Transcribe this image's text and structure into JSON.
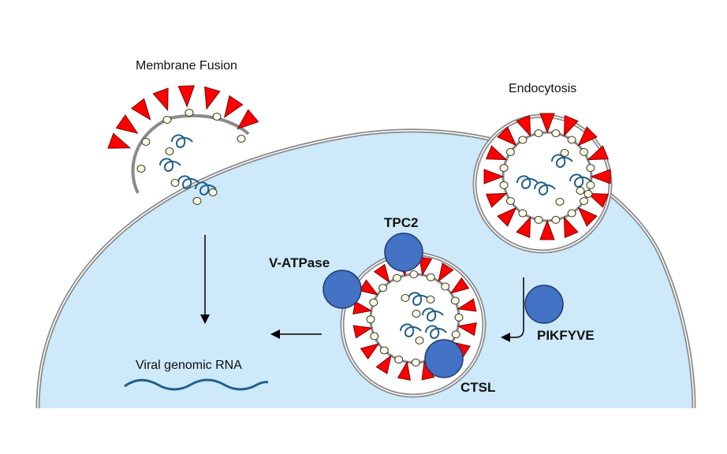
{
  "labels": {
    "membrane_fusion": "Membrane Fusion",
    "endocytosis": "Endocytosis",
    "tpc2": "TPC2",
    "v_atpase": "V-ATPase",
    "pikfyve": "PIKFYVE",
    "ctsl": "CTSL",
    "viral_rna": "Viral genomic RNA"
  },
  "colors": {
    "cytoplasm": "#cde9fa",
    "membrane": "#888888",
    "spike": "#ff0000",
    "protein": "#4472c4",
    "rna": "#1f5f8b",
    "particle": "#fffbe0",
    "arrow": "#000000"
  },
  "icons": {
    "spike": "red-triangle-spike",
    "protein": "blue-circle-protein"
  }
}
